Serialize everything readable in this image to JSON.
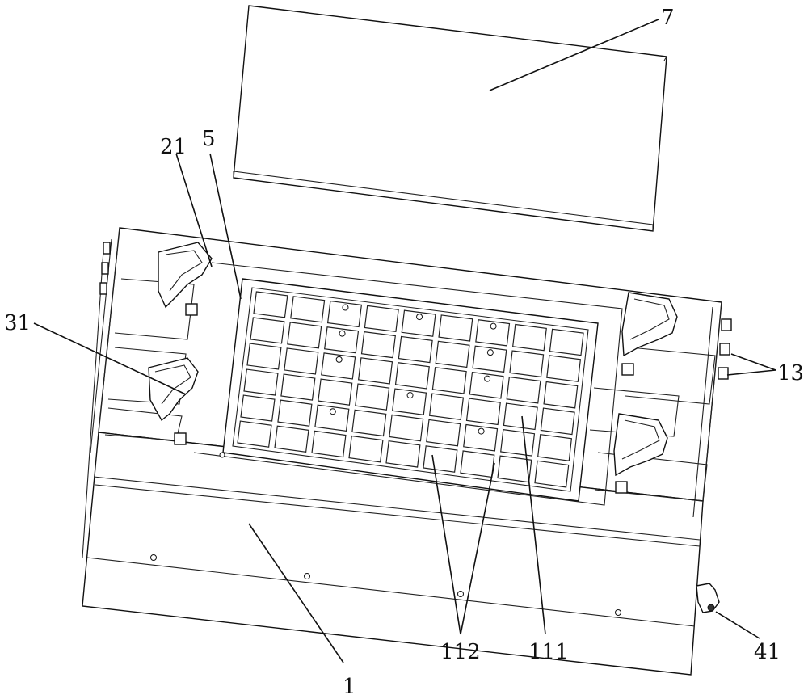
{
  "labels": {
    "cover": "7",
    "frame": "5",
    "bracket": "21",
    "clamp": "31",
    "connectors": "13",
    "dividers": "112",
    "cells": "111",
    "housing": "1",
    "fitting": "41"
  },
  "icons": [
    "cover-plate",
    "grid-tray",
    "clamp-bracket",
    "pipe-fitting",
    "bolt"
  ],
  "colors": {
    "line": "#111111",
    "background": "#ffffff"
  }
}
